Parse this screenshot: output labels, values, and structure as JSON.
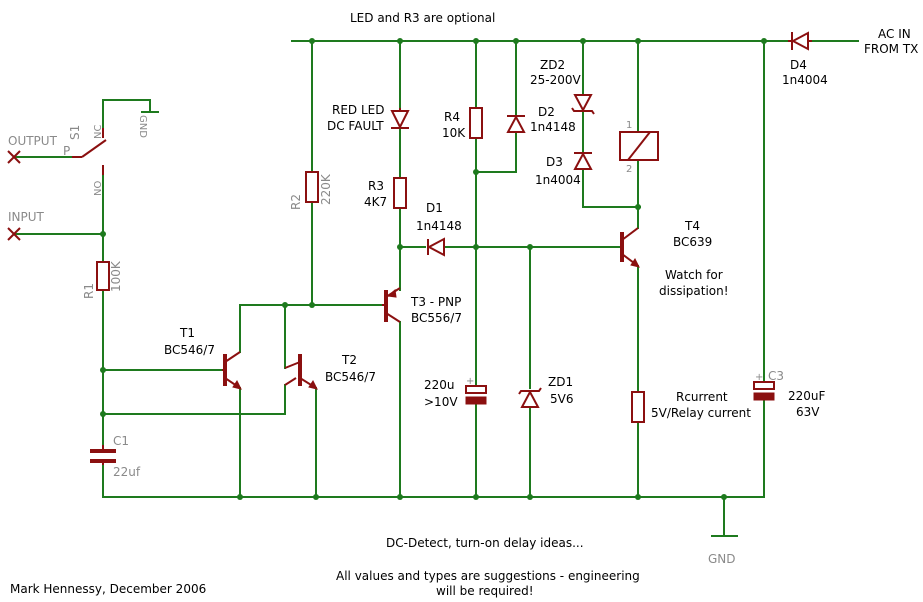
{
  "texts": {
    "optional_note": "LED and R3 are optional",
    "ac_in_1": "AC IN",
    "ac_in_2": "FROM TX",
    "d4_name": "D4",
    "d4_val": "1n4004",
    "output": "OUTPUT",
    "s1": "S1",
    "s1_p": "P",
    "s1_nc": "NC",
    "s1_no": "NO",
    "s1_gnd": "GND",
    "input": "INPUT",
    "r1_name": "R1",
    "r1_val": "100K",
    "c1_name": "C1",
    "c1_val": "22uf",
    "r2_name": "R2",
    "r2_val": "220K",
    "led_1": "RED LED",
    "led_2": "DC FAULT",
    "r3_name": "R3",
    "r3_val": "4K7",
    "r4_name": "R4",
    "r4_val": "10K",
    "d2_name": "D2",
    "d2_val": "1n4148",
    "zd2_name": "ZD2",
    "zd2_val": "25-200V",
    "d3_name": "D3",
    "d3_val": "1n4004",
    "relay_p1": "1",
    "relay_p2": "2",
    "d1_name": "D1",
    "d1_val": "1n4148",
    "t4_name": "T4",
    "t4_val": "BC639",
    "watch_1": "Watch for",
    "watch_2": "dissipation!",
    "t3_name": "T3 - PNP",
    "t3_val": "BC556/7",
    "t1_name": "T1",
    "t1_val": "BC546/7",
    "t2_name": "T2",
    "t2_val": "BC546/7",
    "cap_val": "220u",
    "cap_v": ">10V",
    "zd1_name": "ZD1",
    "zd1_val": "5V6",
    "rcur_name": "Rcurrent",
    "rcur_val": "5V/Relay current",
    "c3_name": "C3",
    "c3_val": "220uF",
    "c3_v": "63V",
    "gnd": "GND",
    "dc_detect": "DC-Detect, turn-on delay ideas...",
    "author": "Mark Hennessy, December 2006",
    "footer_1": "All values and types are suggestions - engineering",
    "footer_2": "will be required!"
  },
  "colors": {
    "wire": "#1e7a1e",
    "component": "#8b1010",
    "label": "#000000",
    "name_grey": "#8a8a8a"
  }
}
